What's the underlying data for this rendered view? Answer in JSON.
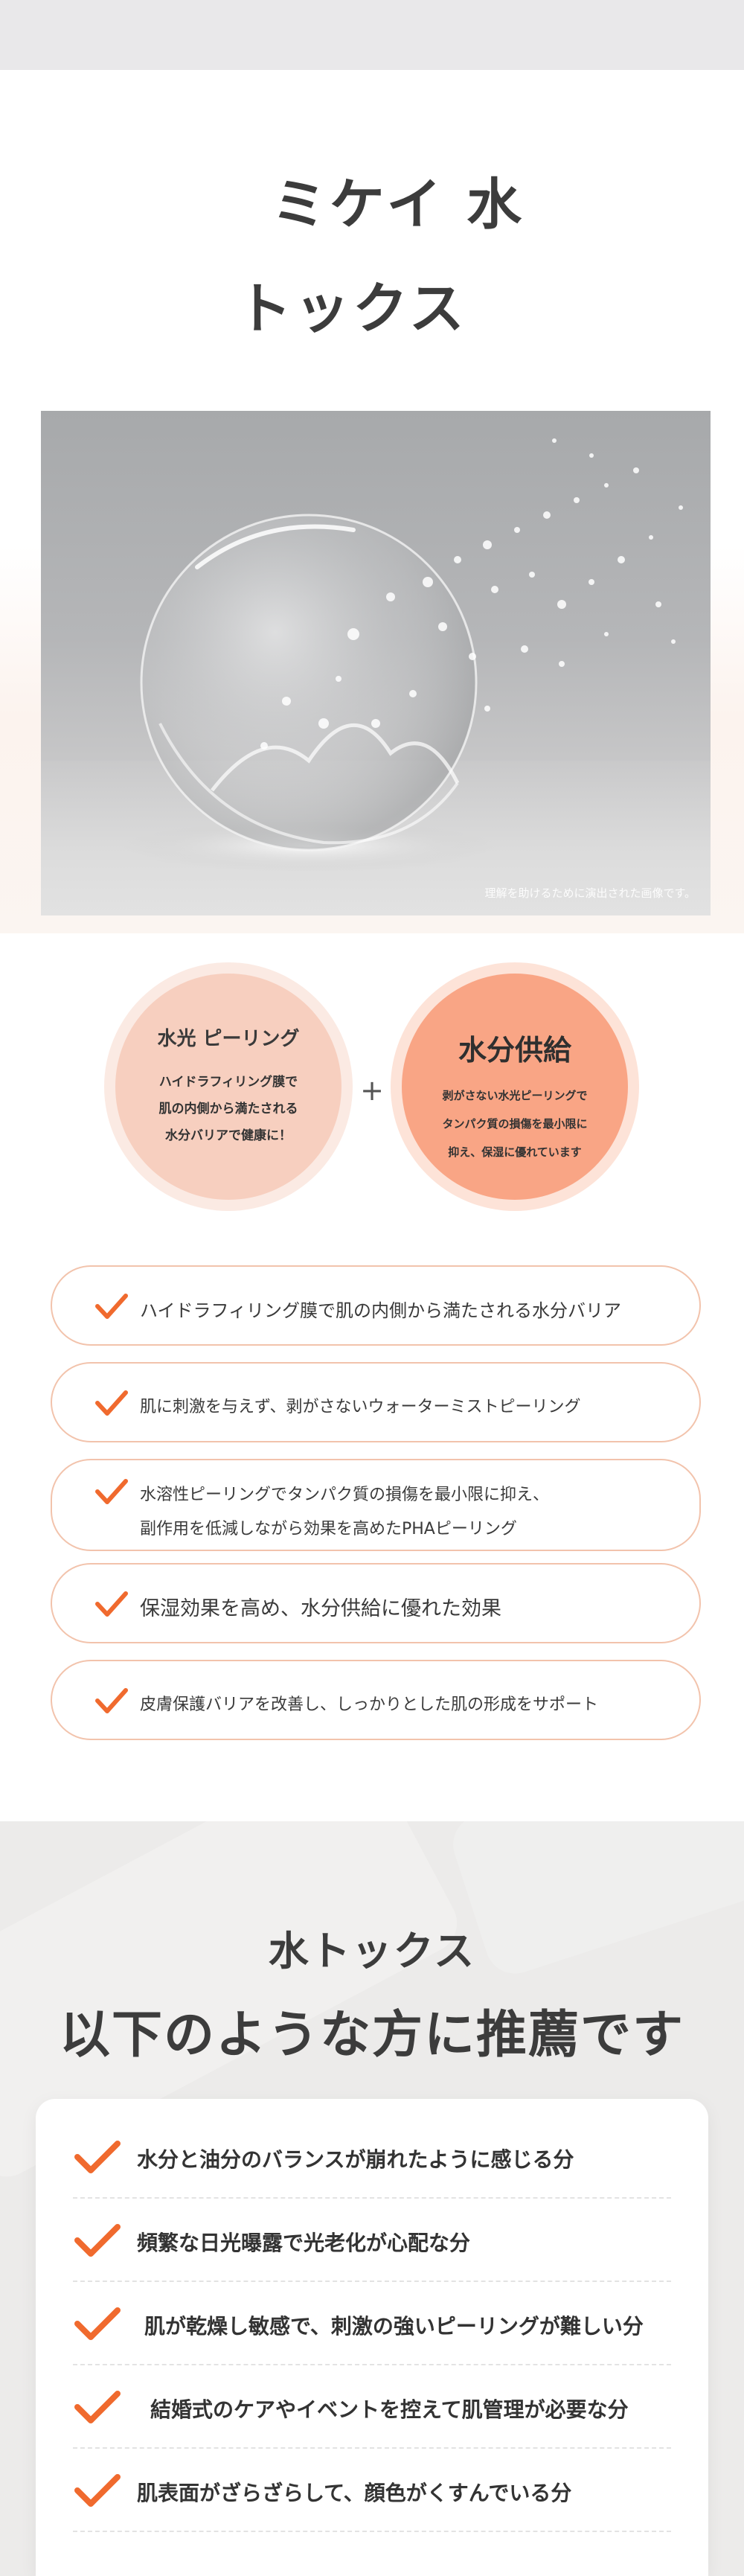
{
  "hero": {
    "title_line1": "ミケイ 水",
    "title_line2": "トックス",
    "photo_caption": "理解を助けるために演出された画像です。"
  },
  "features": {
    "left": {
      "title": "水光 ピーリング",
      "lines": [
        "ハイドラフィリング膜で",
        "肌の内側から満たされる",
        "水分バリアで健康に！"
      ]
    },
    "plus": "+",
    "right": {
      "title": "水分供給",
      "lines": [
        "剥がさない水光ピーリングで",
        "タンパク質の損傷を最小限に",
        "抑え、保湿に優れています"
      ]
    }
  },
  "benefits": [
    {
      "lines": [
        "ハイドラフィリング膜で肌の内側から満たされる水分バリア"
      ]
    },
    {
      "lines": [
        "肌に刺激を与えず、剥がさないウォーターミストピーリング"
      ]
    },
    {
      "lines": [
        "水溶性ピーリングでタンパク質の損傷を最小限に抑え、",
        "副作用を低減しながら効果を高めたPHAピーリング"
      ]
    },
    {
      "lines": [
        "保湿効果を高め、水分供給に優れた効果"
      ]
    },
    {
      "lines": [
        "皮膚保護バリアを改善し、しっかりとした肌の形成をサポート"
      ]
    }
  ],
  "recommend": {
    "subtitle": "水トックス",
    "title": "以下のような方に推薦です",
    "items": [
      "水分と油分のバランスが崩れたように感じる分",
      "頻繁な日光曝露で光老化が心配な分",
      "肌が乾燥し敏感で、刺激の強いピーリングが難しい分",
      "結婚式のケアやイベントを控えて肌管理が必要な分",
      "肌表面がざらざらして、顔色がくすんでいる分"
    ]
  },
  "colors": {
    "accent": "#f06a2e",
    "pill_border": "#f2c3ac",
    "circle_left": "#f7cfbf",
    "circle_right": "#f9a585"
  },
  "icons": [
    "checkmark-icon"
  ]
}
